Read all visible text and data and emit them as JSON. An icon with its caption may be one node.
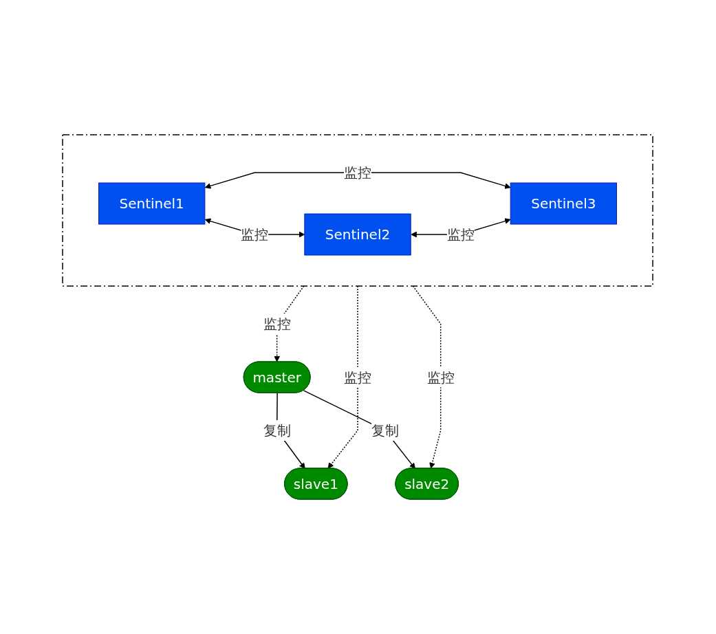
{
  "diagram": {
    "nodes": [
      {
        "text": [],
        "shape": "box"
      },
      {
        "text": [
          "Sentinel1"
        ],
        "in": 0
      },
      {
        "text": [
          "Sentinel2"
        ],
        "in": 0
      },
      {
        "text": [
          "Sentinel3"
        ],
        "in": 0
      },
      {
        "text": [
          "master"
        ]
      },
      {
        "text": [
          "slave1"
        ]
      },
      {
        "text": [
          "slave2"
        ]
      }
    ],
    "edges": [
      {
        "from": 1,
        "to": 2,
        "arrow": "both",
        "label": "监控"
      },
      {
        "from": 1,
        "to": 3,
        "arrow": "both",
        "label": "监控"
      },
      {
        "from": 2,
        "to": 3,
        "arrow": "both",
        "label": "监控"
      },
      {
        "from": 0,
        "to": 4,
        "arrow": "to",
        "label": "监控",
        "style": "dashed"
      },
      {
        "from": 0,
        "to": 5,
        "arrow": "to",
        "label": "监控",
        "style": "dashed"
      },
      {
        "from": 0,
        "to": 6,
        "arrow": "to",
        "label": "监控",
        "style": "dashed"
      },
      {
        "from": 4,
        "to": 5,
        "arrow": "to",
        "label": "复制"
      },
      {
        "from": 4,
        "to": 6,
        "arrow": "to",
        "label": "复制"
      }
    ]
  }
}
